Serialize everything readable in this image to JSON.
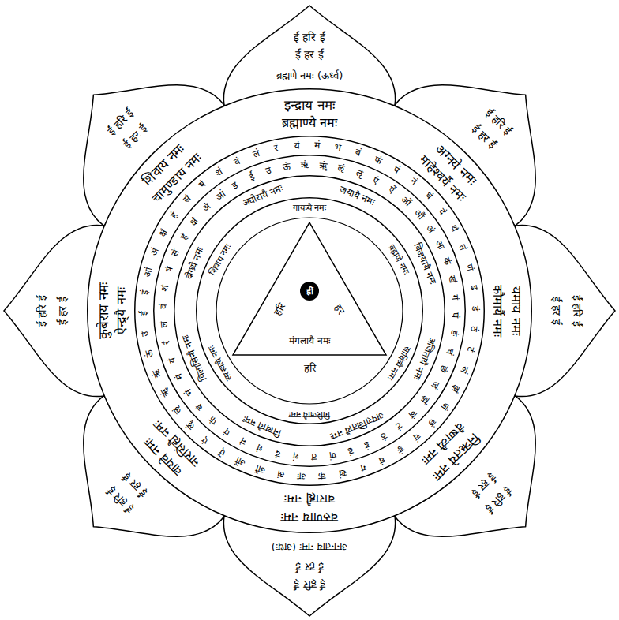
{
  "diagram": {
    "nodes": [
      {
        "text": [
          "ईं हरि ईं",
          "ईं हर ईं",
          "ब्रह्मणे नमः (ऊर्ध्व)"
        ]
      },
      {
        "text": [
          "ईं हरि ईं",
          "ईं हर ईं"
        ]
      },
      {
        "text": [
          "ईं हरि ईं",
          "ईं हर ईं"
        ]
      },
      {
        "text": [
          "ईं हरि ईं",
          "ईं हर ईं"
        ]
      },
      {
        "text": [
          "ईं हरि ईं",
          "ईं हर ईं",
          "अनन्ताय नमः (अधः)"
        ]
      },
      {
        "text": [
          "ईं हरि ईं",
          "ईं हर ईं"
        ]
      },
      {
        "text": [
          "ईं हरि ईं",
          "ईं हर ईं"
        ]
      },
      {
        "text": [
          "ईं हरि ईं",
          "ईं हर ईं"
        ]
      },
      {
        "text": [
          "इन्द्राय नमः",
          "ब्रह्माण्यै नमः",
          "अग्नये नमः",
          "माहेश्वर्यै नमः",
          "यमाय नमः",
          "कौमार्यै नमः",
          "निऋतये नमः",
          "वैष्णव्यै नमः",
          "वरुणाय नमः",
          "वाराह्यै नमः",
          "वायवे नमः",
          "नारसिंह्यै नमः",
          "कुबेराय नमः",
          "ऐन्द्र्यै नमः",
          "शिवाय नमः",
          "चामुण्डाय नमः"
        ]
      },
      {
        "text": [
          "क्षं",
          "हं",
          "सं",
          "षं",
          "शं",
          "वं",
          "लं",
          "रं",
          "यं",
          "मं",
          "भं",
          "बं",
          "फं",
          "पं",
          "नं",
          "धं",
          "दं",
          "थं",
          "तं",
          "णं",
          "ढं",
          "डं",
          "ठं",
          "टं",
          "ञं",
          "झं",
          "जं",
          "छं",
          "चं",
          "ङं",
          "घं",
          "गं",
          "खं",
          "कं",
          "अः",
          "अं",
          "औं",
          "ओं",
          "ऐं",
          "एं",
          "ॡं",
          "ऌं",
          "ॠं",
          "ऋं",
          "ऊं",
          "उं",
          "ईं",
          "इं",
          "आं",
          "अं"
        ],
        "in": 8
      },
      {
        "text": [
          "अं",
          "आं",
          "इं",
          "ईं",
          "उं",
          "ऊं",
          "ऋं",
          "ॠं",
          "ऌं",
          "ॡं",
          "एं",
          "ऐं",
          "ओं",
          "औं",
          "अं",
          "अः",
          "कं",
          "खं",
          "गं",
          "घं",
          "ङं",
          "चं",
          "छं",
          "जं",
          "झं",
          "ञं",
          "टं",
          "ठं",
          "डं",
          "ढं",
          "णं",
          "तं",
          "थं",
          "दं",
          "धं",
          "नं",
          "पं",
          "फं",
          "बं",
          "भं",
          "मं",
          "यं",
          "रं",
          "लं",
          "वं",
          "शं",
          "षं",
          "सं",
          "हं",
          "क्षं"
        ],
        "in": 9
      },
      {
        "text": [
          "अघोरायै नमः",
          "जयायै नमः",
          "विजयायै नमः",
          "अजितायै नमः",
          "अपराजितायै नमः",
          "नित्यायै नमः",
          "विलासिन्यै नमः",
          "दोग्ध्र्यै नमः"
        ],
        "in": 10
      },
      {
        "text": [
          "शिवाय नमः",
          "गायत्र्यै नमः",
          "ब्रह्मणे नमः",
          "सावित्र्यै नमः",
          "गिरिजायै नमः",
          "सरस्वत्यै नमः"
        ],
        "in": 11
      },
      {
        "text": [
          "हरि",
          "हर",
          "हरि",
          "मंगलायै नमः"
        ],
        "in": 12
      },
      {
        "text": [
          "ह्रीं"
        ],
        "in": 13
      }
    ]
  }
}
